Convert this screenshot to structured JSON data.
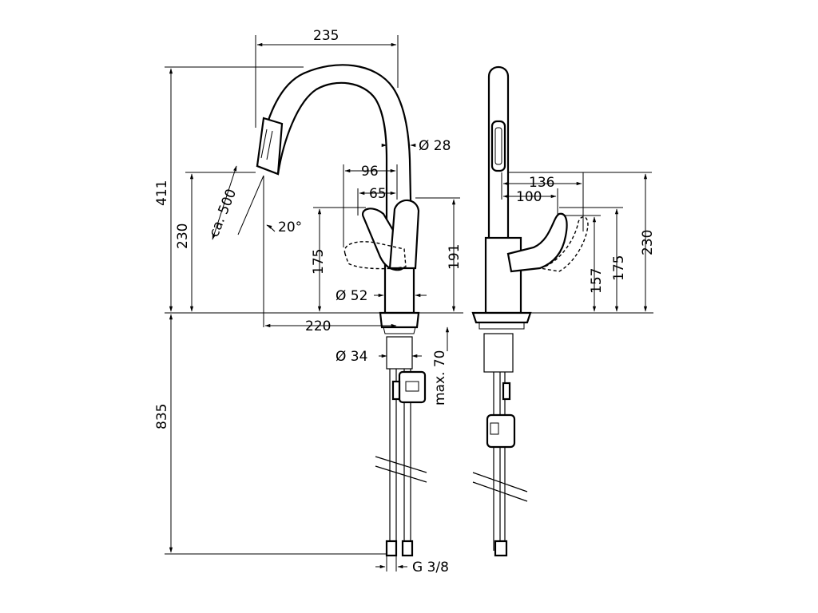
{
  "drawing": {
    "colors": {
      "line": "#000000",
      "background": "#ffffff"
    },
    "dimensions": {
      "reach_235": "235",
      "total_height_411": "411",
      "spout_height_230_left": "230",
      "spout_diameter": "Ø 28",
      "pullout_length": "ca. 500",
      "spout_angle": "20°",
      "handle_96": "96",
      "handle_65": "65",
      "body_height_175_left": "175",
      "body_height_191": "191",
      "base_diameter": "Ø 52",
      "reach_220": "220",
      "shank_diameter": "Ø 34",
      "max_deck_thickness": "max. 70",
      "hose_length_835": "835",
      "connection_thread": "G 3/8",
      "side_136": "136",
      "side_100": "100",
      "side_157": "157",
      "side_175_right": "175",
      "side_230_right": "230"
    }
  }
}
